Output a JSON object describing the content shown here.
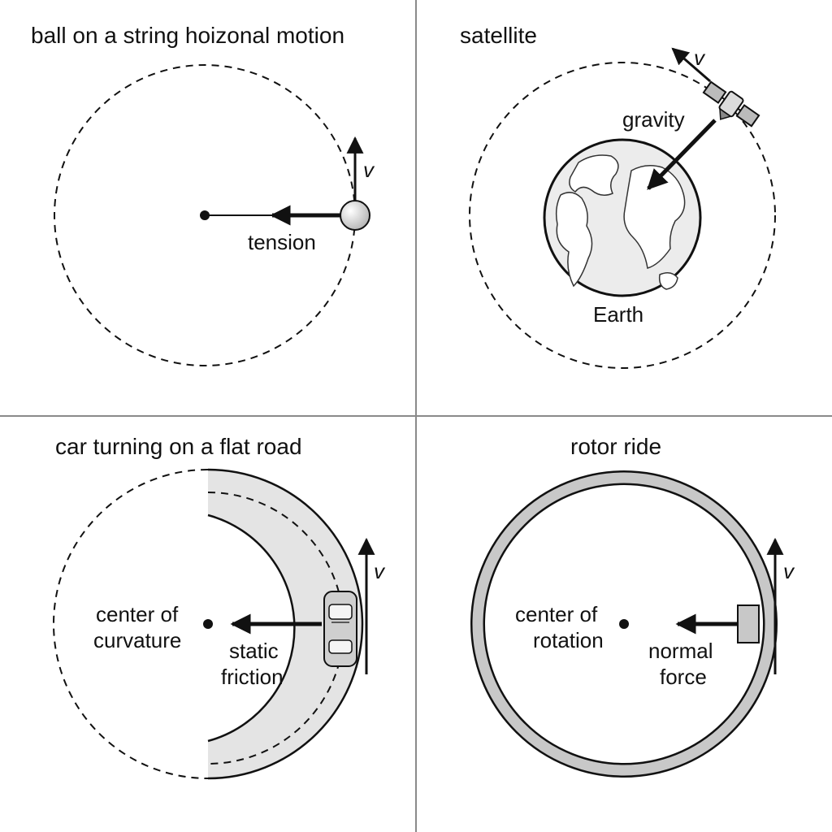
{
  "panels": {
    "ball": {
      "title": "ball on a string hoizonal motion",
      "velocity": "v",
      "force": "tension"
    },
    "satellite": {
      "title": "satellite",
      "velocity": "v",
      "force": "gravity",
      "body": "Earth"
    },
    "car": {
      "title": "car turning on a flat road",
      "velocity": "v",
      "center_line1": "center of",
      "center_line2": "curvature",
      "force_line1": "static",
      "force_line2": "friction"
    },
    "rotor": {
      "title": "rotor ride",
      "velocity": "v",
      "center_line1": "center of",
      "center_line2": "rotation",
      "force_line1": "normal",
      "force_line2": "force"
    }
  },
  "colors": {
    "ink": "#111111",
    "divider": "#8a8a8a",
    "road": "#e4e4e4",
    "ring": "#c8c8c8",
    "earth": "#ececec"
  }
}
